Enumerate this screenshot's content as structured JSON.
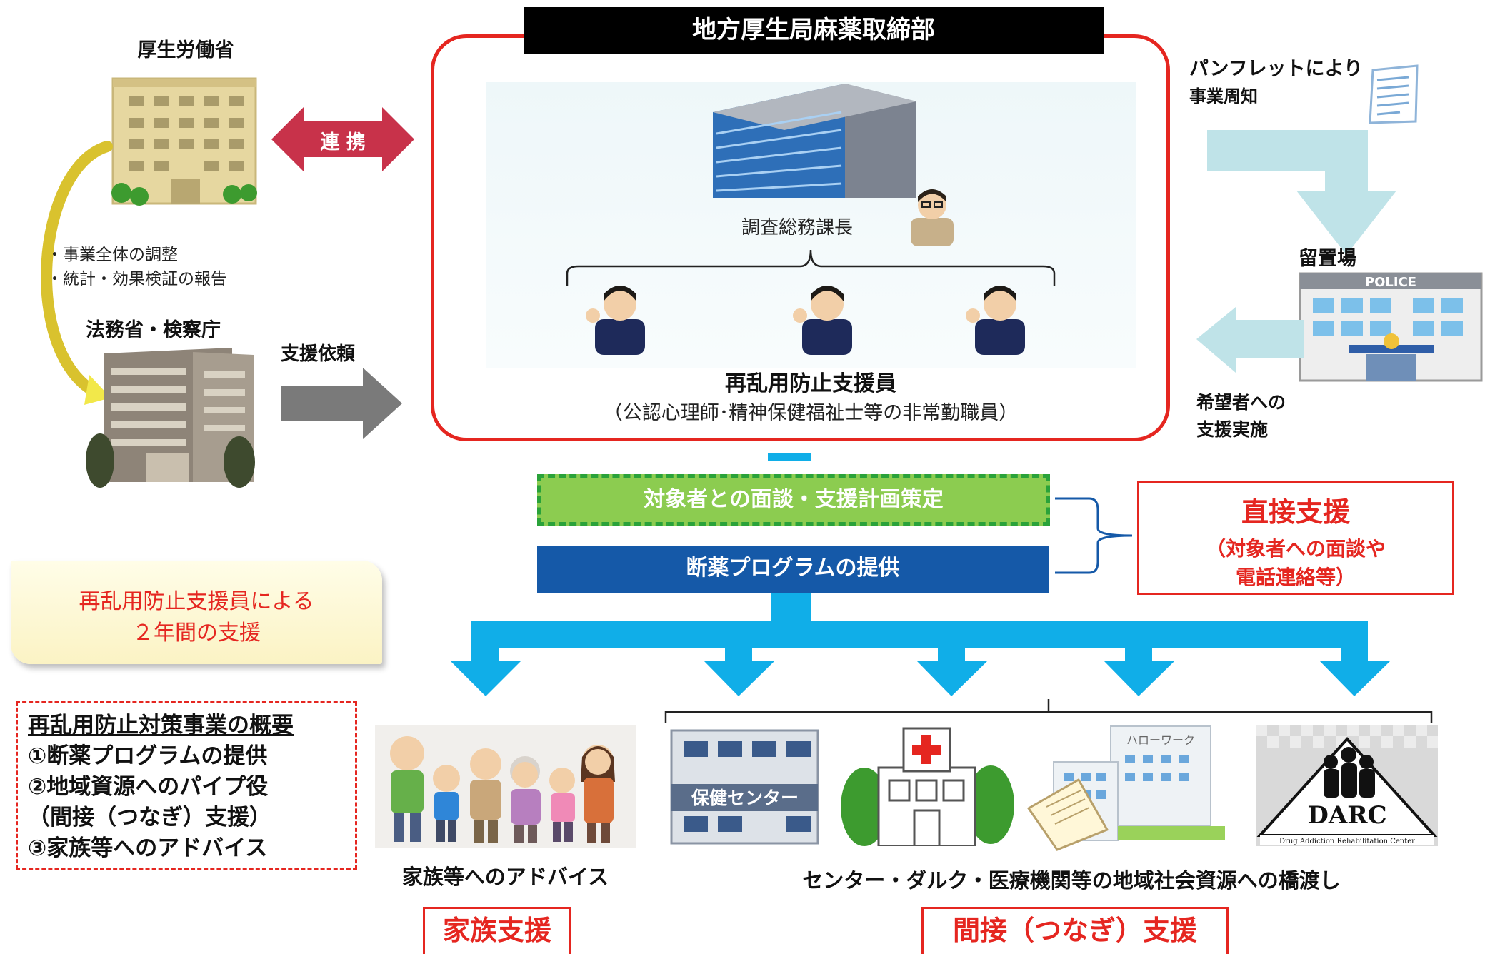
{
  "mhlw": {
    "name": "厚生労働省"
  },
  "cooperation": {
    "label": "連 携"
  },
  "coordination_notes": [
    "・事業全体の調整",
    "・統計・効果検証の報告"
  ],
  "moj": {
    "name": "法務省・検察庁"
  },
  "support_request": {
    "label": "支援依頼"
  },
  "bureau": {
    "title": "地方厚生局麻薬取締部",
    "chief": "調査総務課長",
    "staff_title": "再乱用防止支援員",
    "staff_note": "（公認心理師･精神保健福祉士等の非常勤職員）"
  },
  "pamphlet": {
    "line1": "パンフレットにより",
    "line2": "事業周知"
  },
  "detention": {
    "name": "留置場",
    "sign": "POLICE"
  },
  "applicant": {
    "line1": "希望者への",
    "line2": "支援実施"
  },
  "interview_bar": "対象者との面談・支援計画策定",
  "program_bar": "断薬プログラムの提供",
  "direct_support": {
    "title": "直接支援",
    "line1": "（対象者への面談や",
    "line2": "電話連絡等）"
  },
  "two_year_note": {
    "line1": "再乱用防止支援員による",
    "line2": "２年間の支援"
  },
  "overview": {
    "title": "再乱用防止対策事業の概要",
    "items": [
      "①断薬プログラムの提供",
      "②地域資源へのパイプ役",
      "（間接（つなぎ）支援）",
      "③家族等へのアドバイス"
    ]
  },
  "family": {
    "caption": "家族等へのアドバイス",
    "tag": "家族支援"
  },
  "resources": {
    "caption": "センター・ダルク・医療機関等の地域社会資源への橋渡し",
    "tag": "間接（つなぎ）支援",
    "health_center_sign": "保健センター",
    "hellowork_sign": "ハローワーク",
    "darc_logo": "DARC",
    "darc_caption": "Drug Addiction Rehabilitation Center"
  },
  "colors": {
    "red": "#e52620",
    "lightblue": "#10aee8",
    "navy": "#1559a8",
    "green": "#8ccc50",
    "pale_arrow": "#bfe3e8",
    "gold": "#d9c22e"
  }
}
